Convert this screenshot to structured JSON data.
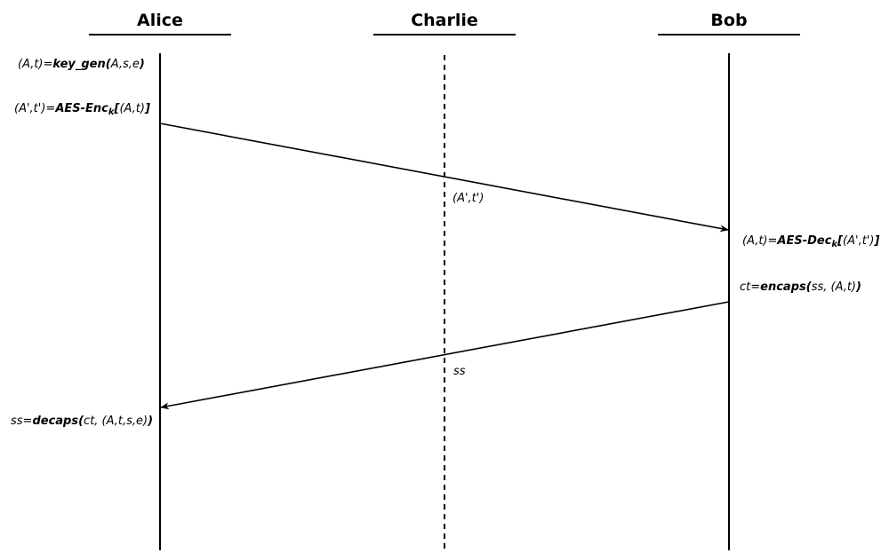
{
  "participants": {
    "alice": "Alice",
    "charlie": "Charlie",
    "bob": "Bob"
  },
  "notes": {
    "alice_keygen": {
      "lhs": "(A,t)=",
      "func": "key_gen(",
      "args": "A,s,e",
      "close": ")"
    },
    "alice_enc": {
      "lhs": "(A',t')=",
      "func": "AES-Enc",
      "sub": "k",
      "open": "[",
      "args": "(A,t)",
      "close": "]"
    },
    "bob_dec": {
      "lhs": "(A,t)=",
      "func": "AES-Dec",
      "sub": "k",
      "open": "[",
      "args": "(A',t')",
      "close": "]"
    },
    "bob_encaps": {
      "lhs": "ct=",
      "func": "encaps(",
      "args": "ss, (A,t)",
      "close": ")"
    },
    "alice_decaps": {
      "lhs": "ss=",
      "func": "decaps(",
      "args": "ct, (A,t,s,e)",
      "close": ")"
    }
  },
  "messages": {
    "alice_to_bob": "(A',t')",
    "bob_to_alice": "ss"
  }
}
